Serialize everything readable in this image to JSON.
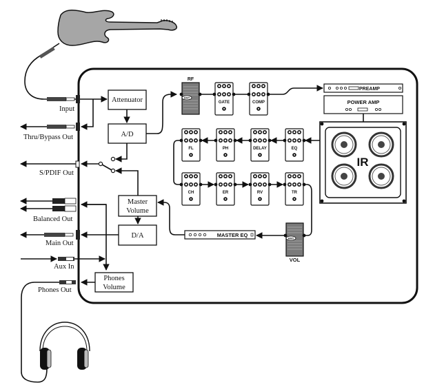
{
  "title": "Signal flow block diagram",
  "io_labels": {
    "input": "Input",
    "thru": "Thru/Bypass Out",
    "spdif": "S/PDIF Out",
    "balanced": "Balanced Out",
    "main": "Main Out",
    "aux": "Aux In",
    "phones": "Phones Out"
  },
  "blocks": {
    "attenuator": "Attenuator",
    "ad": "A/D",
    "master_volume_1": "Master",
    "master_volume_2": "Volume",
    "da": "D/A",
    "phones_volume_1": "Phones",
    "phones_volume_2": "Volume"
  },
  "pedals": {
    "rf": "RF",
    "gate": "GATE",
    "comp": "COMP",
    "fl": "FL",
    "ph": "PH",
    "delay": "DELAY",
    "eq": "EQ",
    "ch": "CH",
    "er": "ER",
    "rv": "RV",
    "tr": "TR",
    "vol": "VOL",
    "brand": "AMT"
  },
  "amp": {
    "preamp": "PREAMP",
    "power_amp": "POWER AMP",
    "cabinet": "IR",
    "master_eq": "MASTER EQ"
  },
  "colors": {
    "line": "#111111",
    "guitar": "#a6a6a6",
    "expression_pedal": "#7a7a7a"
  }
}
